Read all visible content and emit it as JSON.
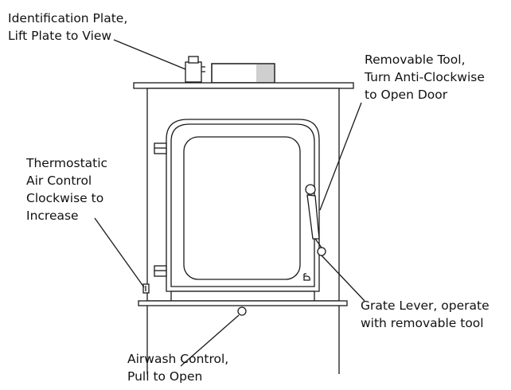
{
  "labels": {
    "identification_plate": [
      "Identification Plate,",
      "Lift Plate to View"
    ],
    "removable_tool": [
      "Removable Tool,",
      "Turn Anti-Clockwise",
      "to Open Door"
    ],
    "thermostatic": [
      "Thermostatic",
      "Air Control",
      "Clockwise to",
      "Increase"
    ],
    "grate_lever": [
      "Grate Lever, operate",
      "with removable tool"
    ],
    "airwash": [
      "Airwash Control,",
      "Pull to Open"
    ]
  },
  "colors": {
    "line": "#1a1a1a",
    "flue_shade": "#cfcfcf",
    "background": "#ffffff"
  }
}
